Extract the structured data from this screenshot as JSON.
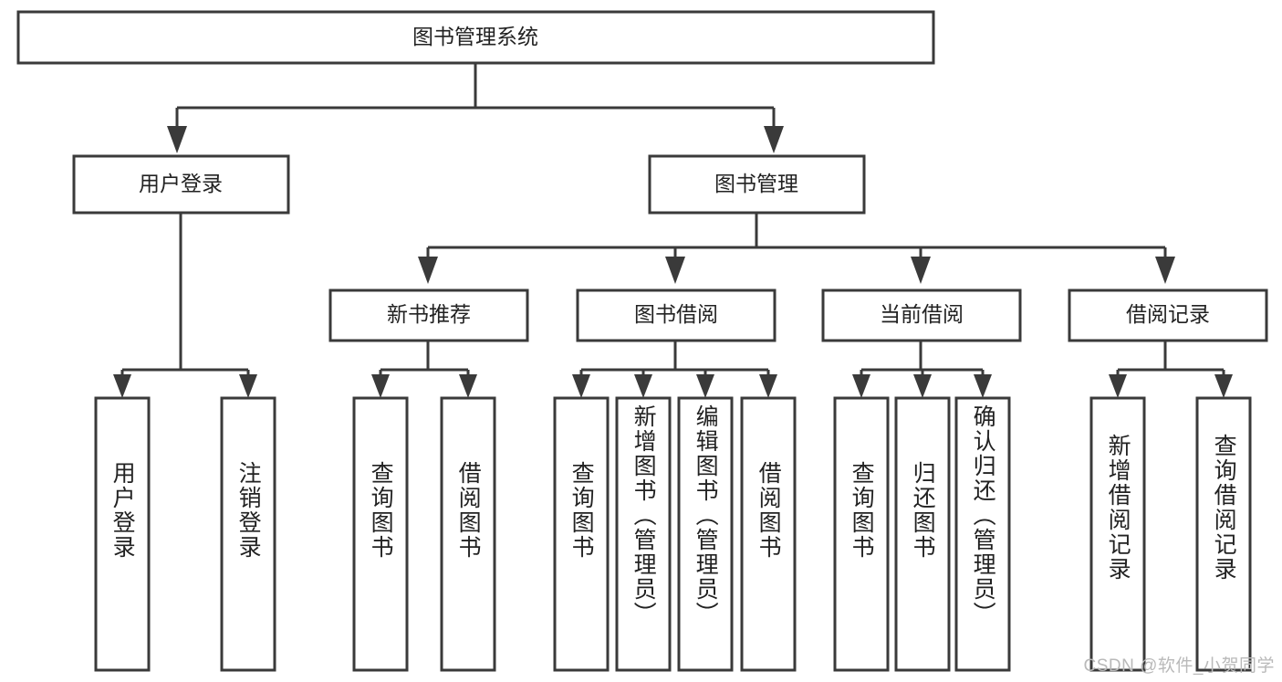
{
  "diagram": {
    "title": "图书管理系统",
    "type": "hierarchy-tree",
    "root": {
      "label": "图书管理系统"
    },
    "level2": [
      {
        "label": "用户登录"
      },
      {
        "label": "图书管理"
      }
    ],
    "level3": [
      {
        "label": "新书推荐"
      },
      {
        "label": "图书借阅"
      },
      {
        "label": "当前借阅"
      },
      {
        "label": "借阅记录"
      }
    ],
    "leaves": {
      "user_login": [
        {
          "label": "用户登录"
        },
        {
          "label": "注销登录"
        }
      ],
      "new_book_recommend": [
        {
          "label": "查询图书"
        },
        {
          "label": "借阅图书"
        }
      ],
      "book_borrow": [
        {
          "label": "查询图书"
        },
        {
          "label": "新增图书（管理员）"
        },
        {
          "label": "编辑图书（管理员）"
        },
        {
          "label": "借阅图书"
        }
      ],
      "current_borrow": [
        {
          "label": "查询图书"
        },
        {
          "label": "归还图书"
        },
        {
          "label": "确认归还（管理员）"
        }
      ],
      "borrow_record": [
        {
          "label": "新增借阅记录"
        },
        {
          "label": "查询借阅记录"
        }
      ]
    }
  },
  "watermark": {
    "text": "CSDN @软件_小贺同学"
  },
  "colors": {
    "box_stroke": "#3a3a3a",
    "box_fill": "#ffffff",
    "text": "#222222",
    "watermark": "#b9b9b9",
    "background": "#ffffff"
  }
}
